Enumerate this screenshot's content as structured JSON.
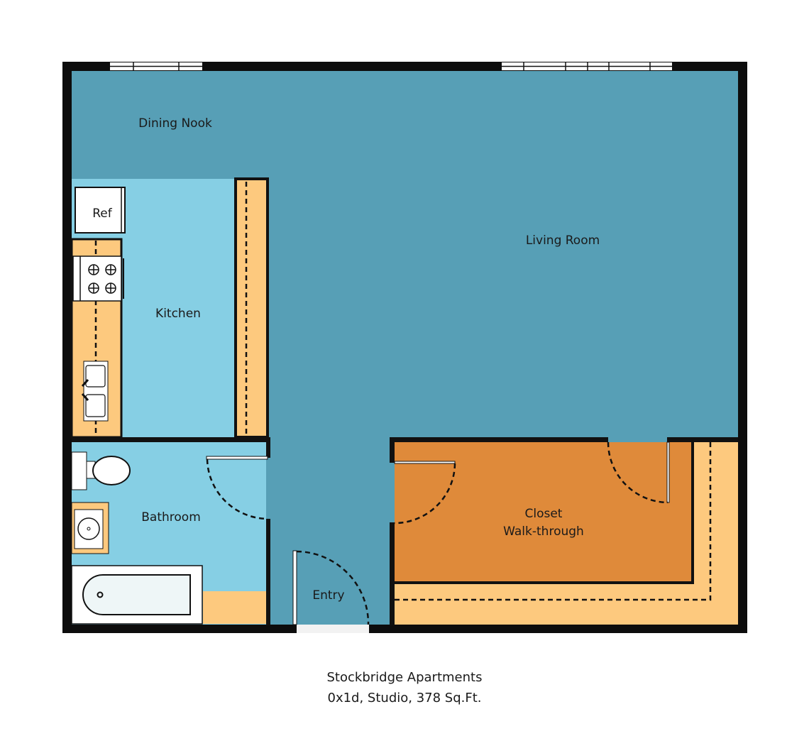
{
  "plan": {
    "rooms": {
      "dining_nook": "Dining Nook",
      "living_room": "Living Room",
      "kitchen": "Kitchen",
      "refrigerator": "Ref",
      "bathroom": "Bathroom",
      "entry": "Entry",
      "closet_line1": "Closet",
      "closet_line2": "Walk-through"
    },
    "colors": {
      "wall": "#0d0d0d",
      "living": "#579FB6",
      "kitchen_bath": "#86CFE4",
      "counter": "#FDC97E",
      "closet": "#DF8A3A",
      "fixture": "#ffffff"
    }
  },
  "caption": {
    "property": "Stockbridge Apartments",
    "details": "0x1d, Studio, 378 Sq.Ft."
  }
}
